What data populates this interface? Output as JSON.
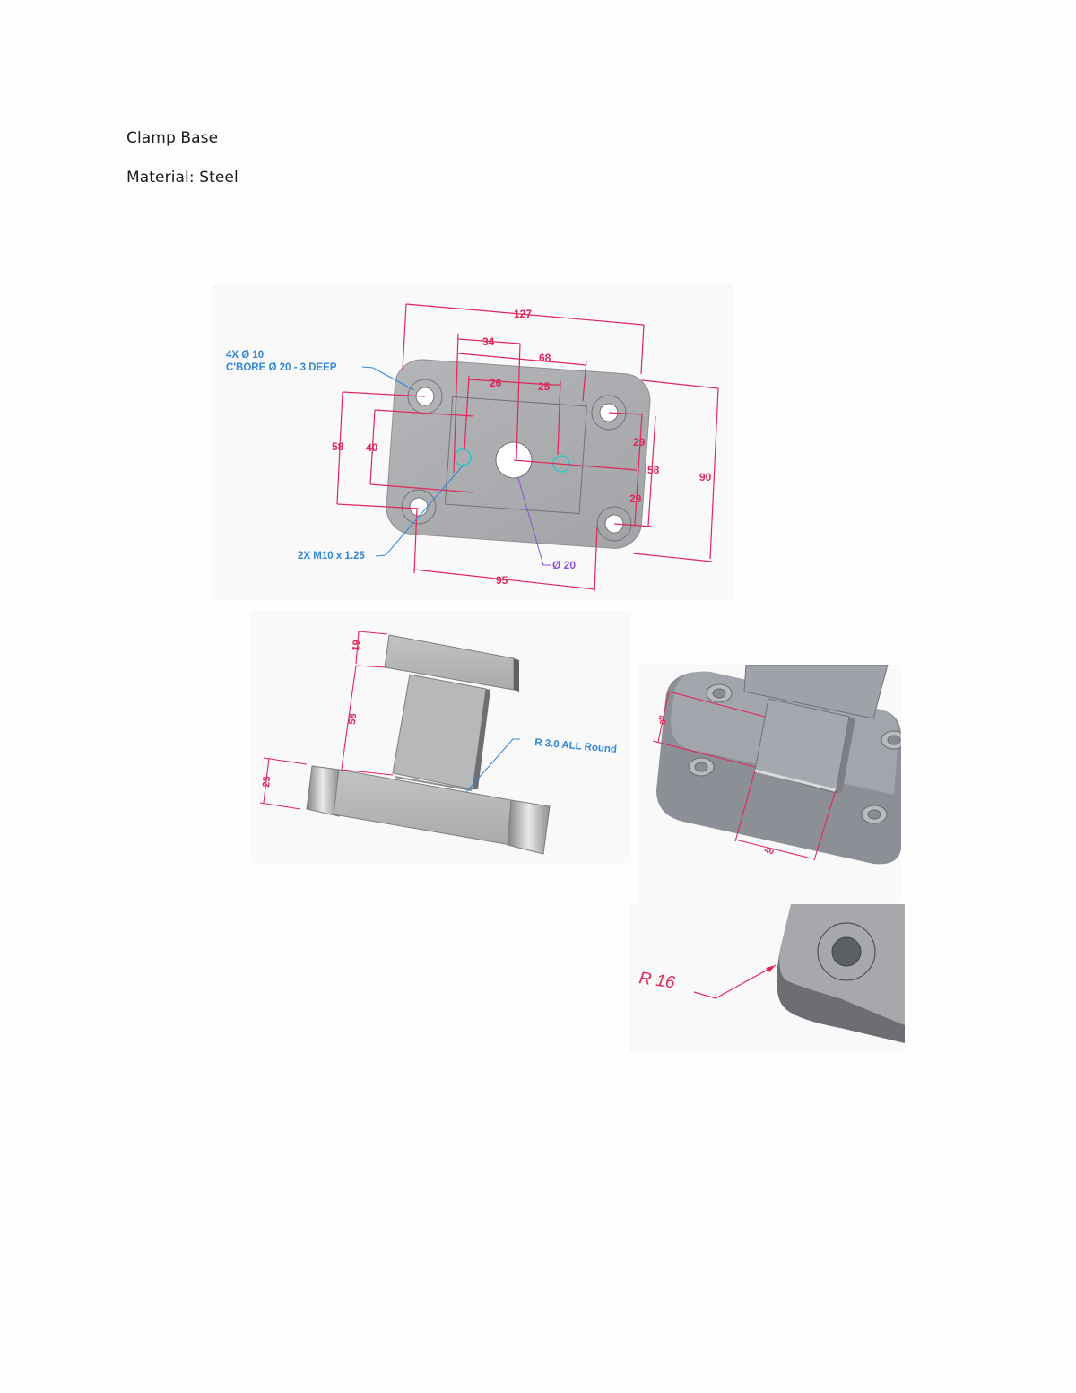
{
  "document": {
    "title": "Clamp Base",
    "material": "Material: Steel"
  },
  "colors": {
    "dimension": "#e0265a",
    "callout_blue": "#2f86d6",
    "callout_purple": "#8a4fd6",
    "thread_circle": "#2cc6c6",
    "part_gray": "#a9abad",
    "background": "#f9f9f9"
  },
  "figures": {
    "top_view": {
      "dims": {
        "overall_length": "127",
        "slot_34": "34",
        "slot_68": "68",
        "offset_26": "26",
        "offset_25": "25",
        "height_58_left": "58",
        "height_40": "40",
        "height_29_top": "29",
        "height_58_right": "58",
        "height_29_bottom": "29",
        "overall_width": "90",
        "hole_spacing_95": "95"
      },
      "callouts": {
        "cbore_line1": "4X Ø 10",
        "cbore_line2": "C'BORE Ø 20 - 3 DEEP",
        "thread": "2X M10 x 1.25",
        "center_hole": "Ø 20"
      }
    },
    "side_view": {
      "dims": {
        "top_flange": "19",
        "web_height": "58",
        "base_thickness": "25"
      },
      "callouts": {
        "fillet": "R 3.0 ALL Round"
      }
    },
    "iso_view": {
      "dims": {
        "web_depth": "40",
        "web_width": "40"
      }
    },
    "corner_detail": {
      "callouts": {
        "corner_radius": "R 16"
      }
    }
  }
}
